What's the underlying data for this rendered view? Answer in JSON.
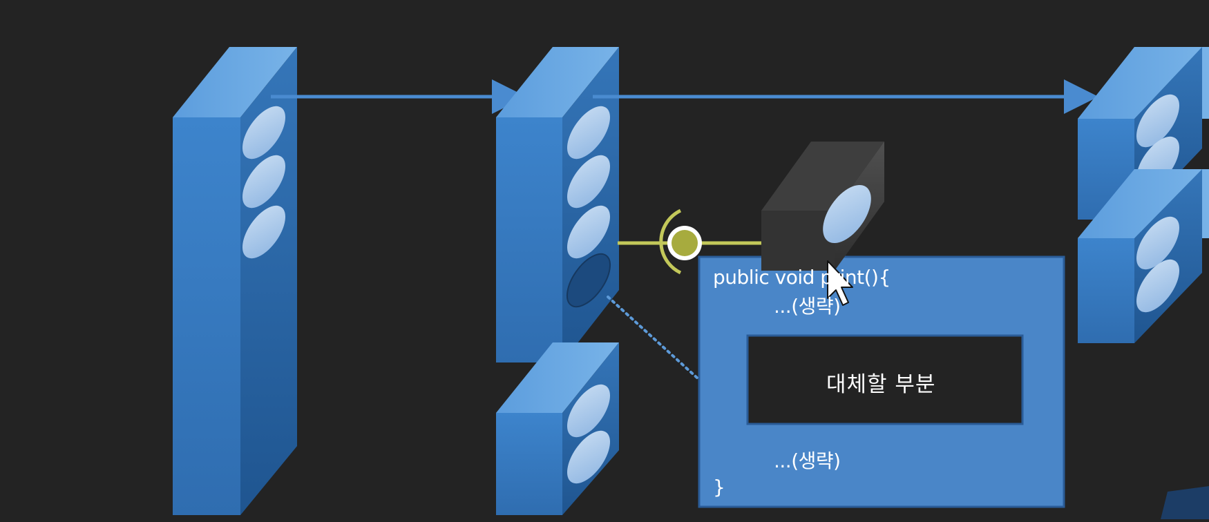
{
  "code_box": {
    "line1": "public void print(){",
    "line2": "...(생략)",
    "placeholder": "대체할 부분",
    "line4": "...(생략)",
    "line5": "}"
  },
  "colors": {
    "background": "#232323",
    "block_front": "#3f85cb",
    "block_top": "#6aa8e2",
    "block_side": "#245f9e",
    "connector": "#c3c85a",
    "code_box": "#4a86c8",
    "placeholder_box": "#232323"
  },
  "icons": [
    "arrow-icon",
    "cursor-icon",
    "socket-icon",
    "plug-icon"
  ]
}
